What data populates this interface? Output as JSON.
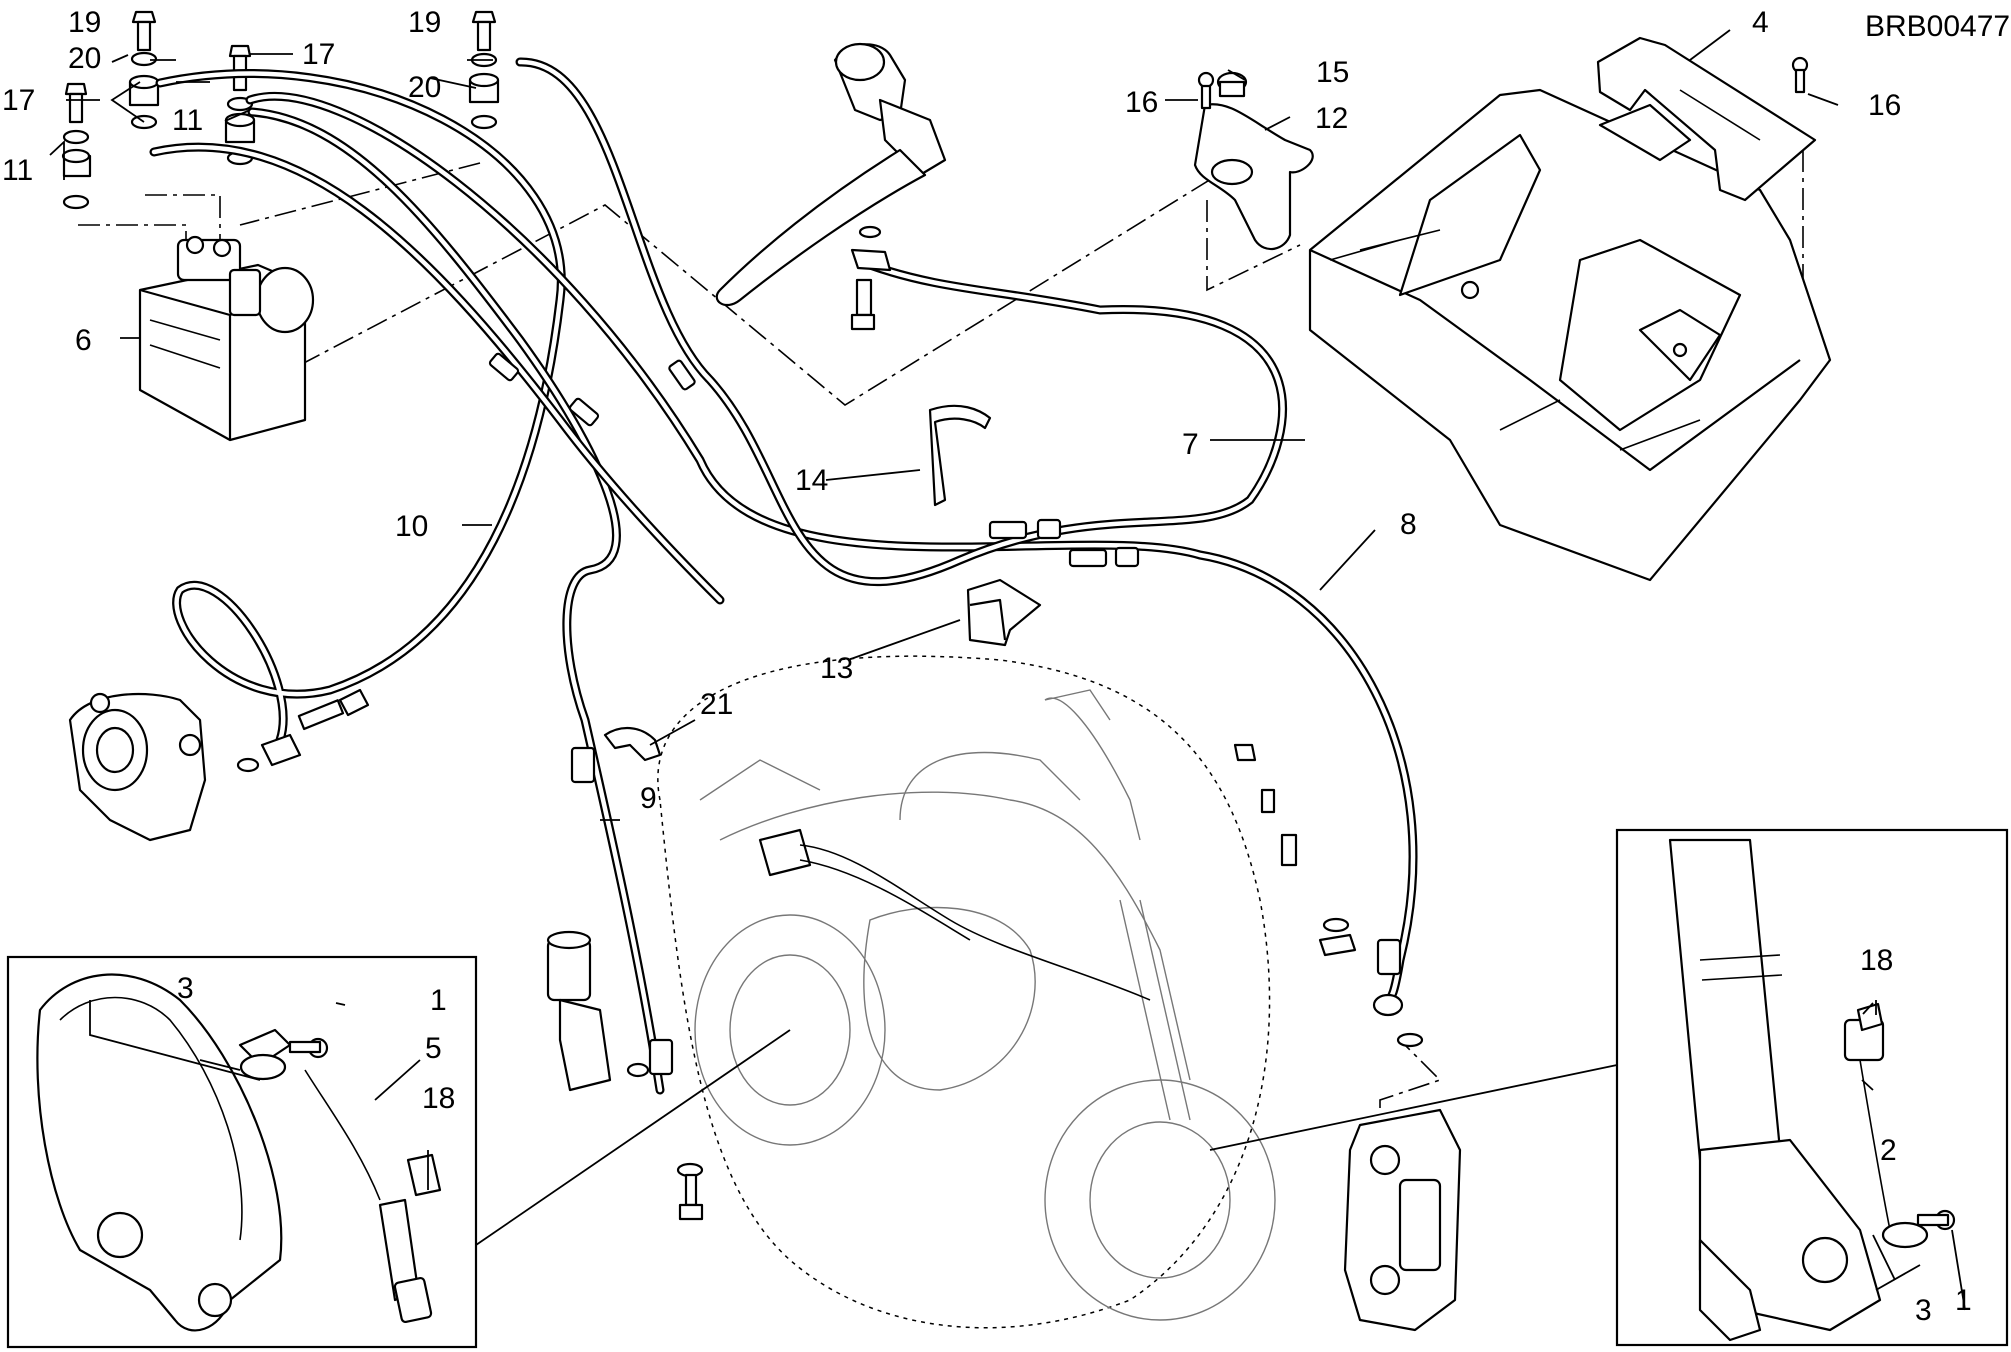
{
  "diagram": {
    "code": "BRB00477",
    "callouts": [
      "1",
      "1",
      "2",
      "3",
      "3",
      "4",
      "5",
      "6",
      "7",
      "8",
      "9",
      "10",
      "11",
      "11",
      "12",
      "13",
      "14",
      "15",
      "16",
      "16",
      "17",
      "17",
      "18",
      "18",
      "19",
      "19",
      "20",
      "20",
      "21"
    ]
  }
}
